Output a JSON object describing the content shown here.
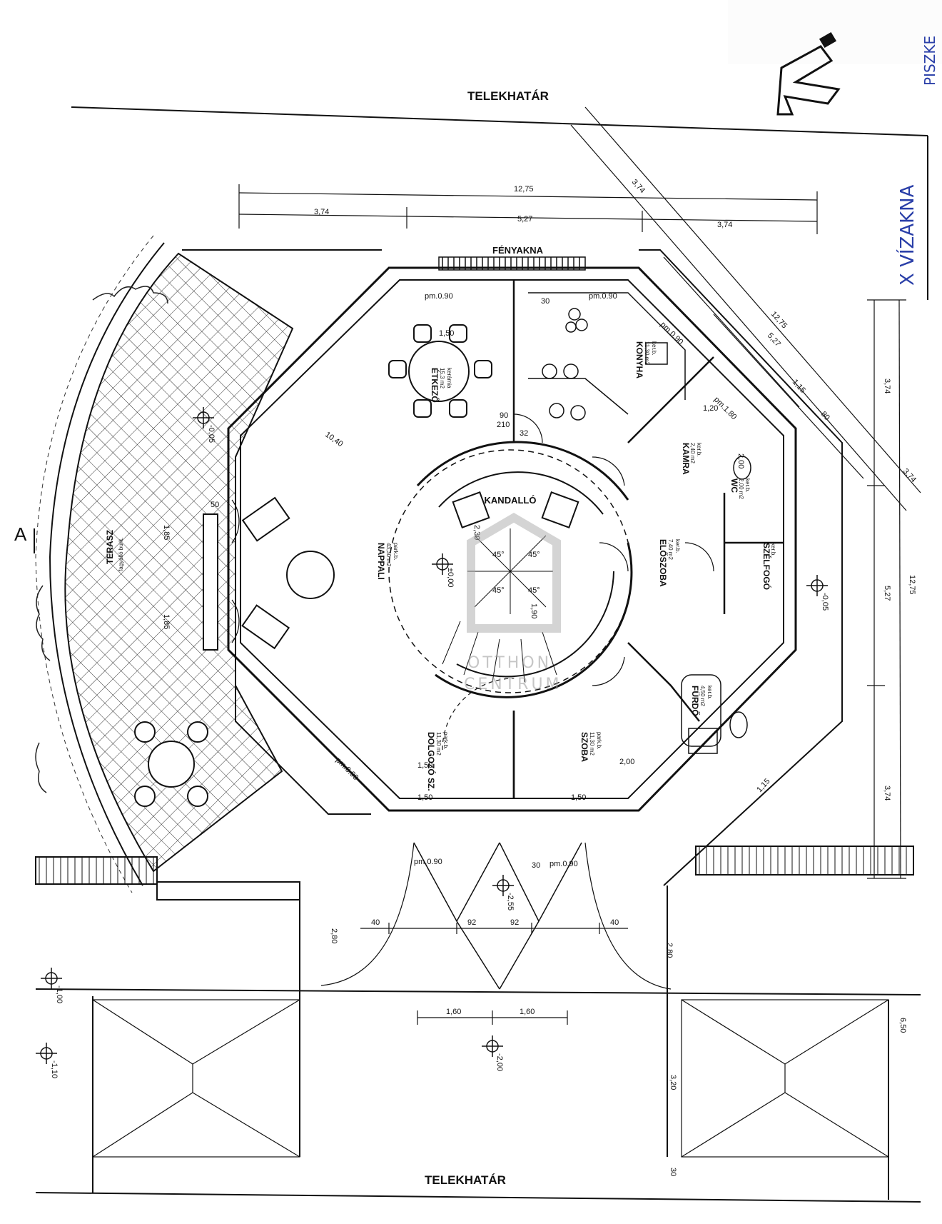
{
  "plan": {
    "boundary_top_label": "TELEKHATÁR",
    "boundary_bottom_label": "TELEKHATÁR",
    "lightwell_label": "FÉNYAKNA",
    "fireplace_label": "KANDALLÓ",
    "section_marker": "A",
    "handwritten_note_1": "X VÍZAKNA",
    "handwritten_note_2": "PISZKE",
    "watermark_line_1": "OTTHON",
    "watermark_line_2": "CENTRUM",
    "dimensions_top": {
      "overall": "12,75",
      "left": "3,74",
      "middle": "5,27",
      "right": "3,74"
    },
    "dimensions_right": {
      "overall": "12,75",
      "top": "3,74",
      "middle": "5,27",
      "bottom": "3,74",
      "offset_top": "1,15",
      "offset_bottom": "1,15"
    },
    "dimensions_diagonal": {
      "outer": "12,75",
      "segment_a": "3,74",
      "segment_b": "5,27",
      "segment_c": "3,74",
      "eighty": "80"
    },
    "dimensions_bottom": {
      "left": "1,60",
      "right": "1,60",
      "step_a": "40",
      "step_b": "92",
      "step_c": "92",
      "step_d": "40",
      "gap_a": "2,80",
      "gap_b": "2,80",
      "side_a": "6,50",
      "side_b": "3,20",
      "side_c": "30"
    },
    "levels": {
      "center": "±0,00",
      "entrance": "-2,55",
      "parking": "-2,00",
      "left_1": "-1,00",
      "left_2": "-1,10",
      "right": "-0,05",
      "terrace": "-0,05"
    },
    "windows": [
      "pm.0.90",
      "pm.0.90",
      "pm.0.90",
      "pm.1.80",
      "pm.0.90",
      "pm.0.90",
      "pm.0.90"
    ],
    "rooms": [
      {
        "id": "etkezo",
        "name": "ÉTKEZŐ",
        "area": "15,3 m2",
        "floor": "kerámia"
      },
      {
        "id": "konyha",
        "name": "KONYHA",
        "area": "11,30 m2",
        "floor": "ker.b."
      },
      {
        "id": "kamra",
        "name": "KAMRA",
        "area": "2,40 m2",
        "floor": "ker.b."
      },
      {
        "id": "wc",
        "name": "WC",
        "area": "2,00 m2",
        "floor": "ker.b."
      },
      {
        "id": "nappali",
        "name": "NAPPALI",
        "area": "43,30 m2",
        "floor": "park.b."
      },
      {
        "id": "eloszoba",
        "name": "ELŐSZOBA",
        "area": "7,40 m2",
        "floor": "ker.b."
      },
      {
        "id": "szelfogo",
        "name": "SZÉLFOGÓ",
        "area": "",
        "floor": "ker.b."
      },
      {
        "id": "furdo",
        "name": "FÜRDŐ",
        "area": "4,50 m2",
        "floor": "ker.b."
      },
      {
        "id": "szoba",
        "name": "SZOBA",
        "area": "11,30 m2",
        "floor": "park.b."
      },
      {
        "id": "dolgozo",
        "name": "DOLGOZÓ SZ.",
        "area": "11,30 m2",
        "floor": "park.b."
      },
      {
        "id": "terasz",
        "name": "TERASZ",
        "area": "",
        "floor": "fagyálló burk."
      }
    ],
    "interior_dims": {
      "diag": "10,40",
      "table": "1,50",
      "stair": "2,30",
      "stair_b": "1,90",
      "angle": "45°",
      "door_a": "90",
      "door_b": "210",
      "small_a": "1,20",
      "small_b": "2,00",
      "small_c": "50",
      "sofa_a": "1,85",
      "sofa_b": "1,85",
      "thirty": "30",
      "thirty_two": "32",
      "bath_w": "2,00",
      "room_w": "1,50"
    }
  }
}
